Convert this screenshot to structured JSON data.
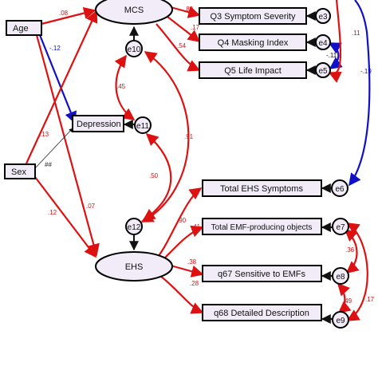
{
  "nodes": {
    "mcs": "MCS",
    "ehs": "EHS",
    "age": "Age",
    "sex": "Sex",
    "depression": "Depression",
    "q3": "Q3 Symptom Severity",
    "q4": "Q4 Masking Index",
    "q5": "Q5 Life Impact",
    "total_ehs": "Total EHS Symptoms",
    "total_emf": "Total EMF-producing objects",
    "q67": "q67 Sensitive to EMFs",
    "q68": "q68 Detailed Description",
    "e3": "e3",
    "e4": "e4",
    "e5": "e5",
    "e6": "e6",
    "e7": "e7",
    "e8": "e8",
    "e9": "e9",
    "e10": "e10",
    "e11": "e11",
    "e12": "e12"
  },
  "paths": {
    "age_mcs": ".08",
    "age_depression": "-.12",
    "sex_mcs": ".13",
    "sex_depression": "##",
    "sex_ehs": ".12",
    "age_ehs": ".07",
    "mcs_q3": ".89",
    "mcs_q4": ".17",
    "mcs_q5": ".54",
    "e4_e5": "-.11",
    "e10_e11": ".45",
    "e10_e12": ".91",
    "e11_e12": ".50",
    "right_corr": "-.19",
    "right_top": ".11",
    "ehs_total_ehs": ".90",
    "ehs_total_emf": ".41",
    "ehs_q67": ".38",
    "ehs_q68": ".28",
    "e7_e8": ".36",
    "e8_e9": ".49",
    "e7_e9": ".17"
  },
  "colors": {
    "positive": "#dd1111",
    "negative": "#1010c8",
    "neutral": "#222222",
    "fill": "#f1ecf8"
  }
}
